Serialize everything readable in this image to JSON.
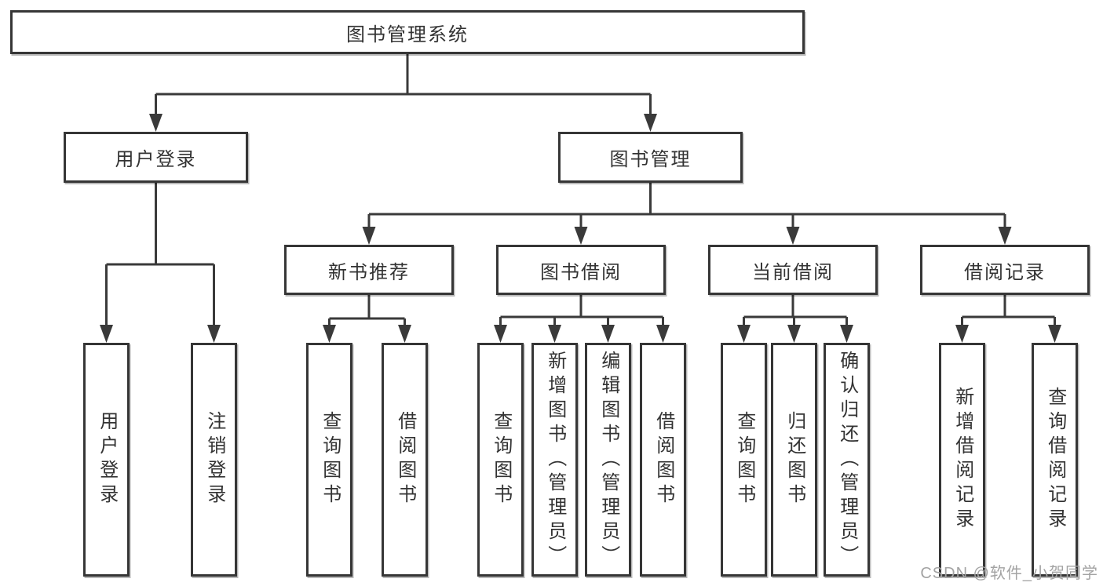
{
  "tree": {
    "label": "图书管理系统",
    "children": [
      {
        "label": "用户登录",
        "children": [
          {
            "label": "用户登录"
          },
          {
            "label": "注销登录"
          }
        ]
      },
      {
        "label": "图书管理",
        "children": [
          {
            "label": "新书推荐",
            "children": [
              {
                "label": "查询图书"
              },
              {
                "label": "借阅图书"
              }
            ]
          },
          {
            "label": "图书借阅",
            "children": [
              {
                "label": "查询图书"
              },
              {
                "label": "新增图书（管理员）"
              },
              {
                "label": "编辑图书（管理员）"
              },
              {
                "label": "借阅图书"
              }
            ]
          },
          {
            "label": "当前借阅",
            "children": [
              {
                "label": "查询图书"
              },
              {
                "label": "归还图书"
              },
              {
                "label": "确认归还（管理员）"
              }
            ]
          },
          {
            "label": "借阅记录",
            "children": [
              {
                "label": "新增借阅记录"
              },
              {
                "label": "查询借阅记录"
              }
            ]
          }
        ]
      }
    ]
  },
  "watermark": {
    "text": "CSDN @软件_小贺同学"
  },
  "colors": {
    "line": "#3a3a3a",
    "box_border": "#363636",
    "text": "#333333",
    "watermark": "#a3a3a3",
    "background": "#ffffff"
  }
}
